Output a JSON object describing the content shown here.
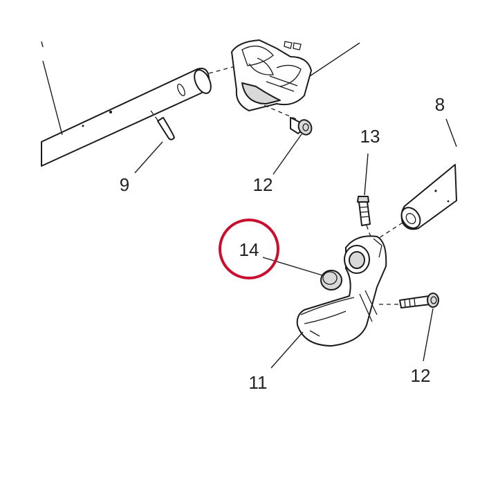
{
  "callouts": {
    "c8": "8",
    "c9": "9",
    "c11": "11",
    "c12_top": "12",
    "c12_bottom": "12",
    "c13": "13",
    "c14": "14"
  },
  "highlight": {
    "target": "14",
    "color": "#c8102e"
  },
  "icons": {
    "top_cap_left_tube": "tube-icon",
    "pin": "pin-icon",
    "bolt": "bolt-icon",
    "clamp": "clamp-icon",
    "plug": "end-plug-icon"
  }
}
